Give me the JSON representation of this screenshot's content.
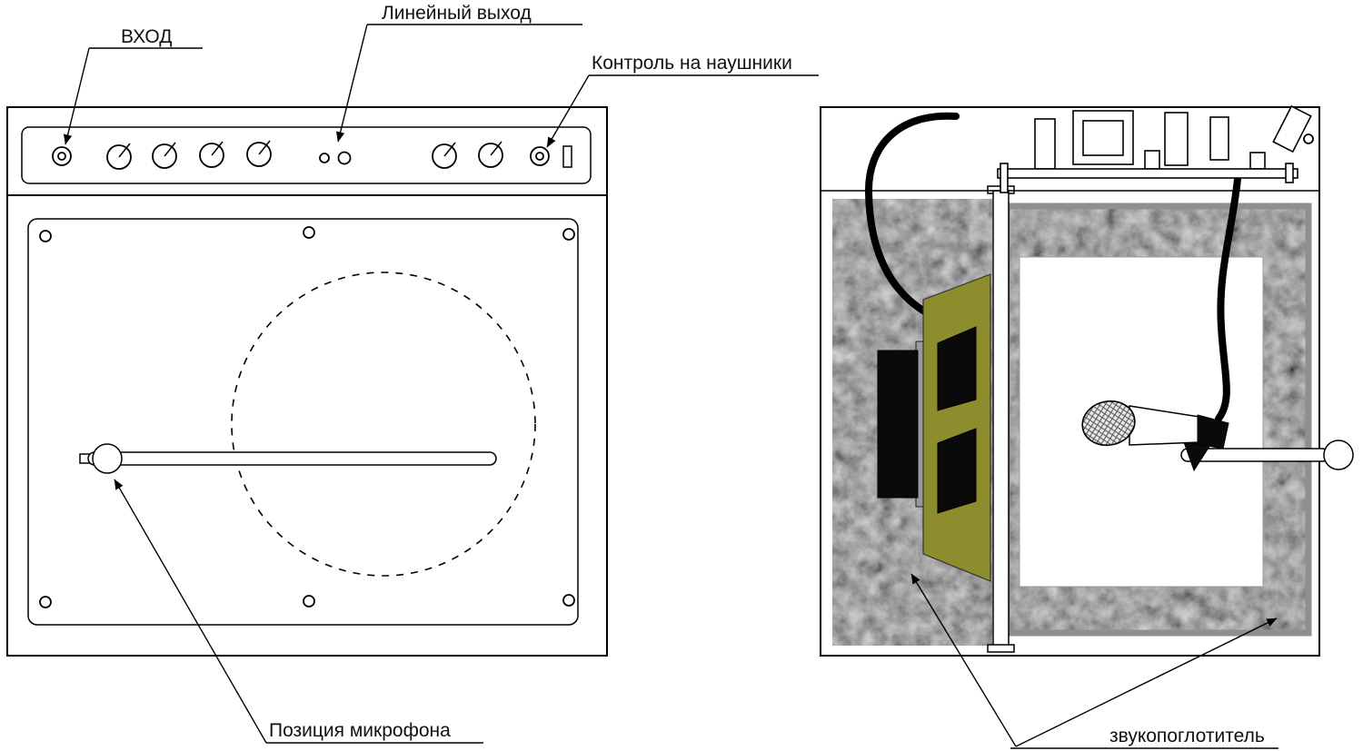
{
  "figure": {
    "front_view": {
      "label_input": "ВХОД",
      "label_line_out": "Линейный выход",
      "label_headphones": "Контроль на наушники",
      "label_mic_position": "Позиция микрофона"
    },
    "section_view": {
      "label_absorber": "звукопоглотитель"
    },
    "colors": {
      "speaker_baffle": "#8d8d2e",
      "absorber_base": "#d6d6d6",
      "magnet": "#0a0a0a",
      "outline": "#000000"
    }
  }
}
